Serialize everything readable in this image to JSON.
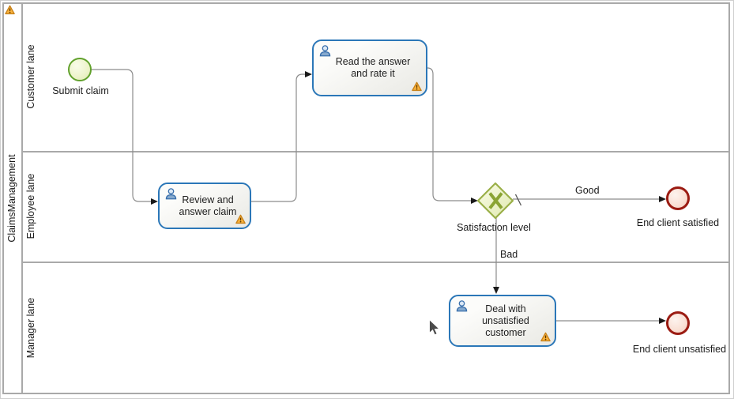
{
  "pool": {
    "name": "ClaimsManagement"
  },
  "lanes": [
    {
      "name": "Customer lane"
    },
    {
      "name": "Employee lane"
    },
    {
      "name": "Manager lane"
    }
  ],
  "nodes": {
    "start_event": {
      "type": "start-event",
      "label": "Submit claim"
    },
    "task_review": {
      "type": "user-task",
      "label": "Review and\nanswer claim"
    },
    "task_read": {
      "type": "user-task",
      "label": "Read the answer\nand rate it"
    },
    "task_deal": {
      "type": "user-task",
      "label": "Deal with\nunsatisfied\ncustomer"
    },
    "gateway_satisfaction": {
      "type": "exclusive-gateway",
      "label": "Satisfaction level"
    },
    "end_satisfied": {
      "type": "end-event",
      "label": "End client satisfied"
    },
    "end_unsatisfied": {
      "type": "end-event",
      "label": "End client unsatisfied"
    }
  },
  "edge_labels": {
    "good": "Good",
    "bad": "Bad"
  },
  "colors": {
    "task_border": "#2b77b8",
    "start_border": "#61a12c",
    "end_border": "#9b1b12",
    "gateway_border": "#9aaf48",
    "gateway_x": "#8aa433",
    "edge": "#8c8c8c",
    "lane_line": "#a9a9a9",
    "warning_fill": "#f9b23c"
  }
}
